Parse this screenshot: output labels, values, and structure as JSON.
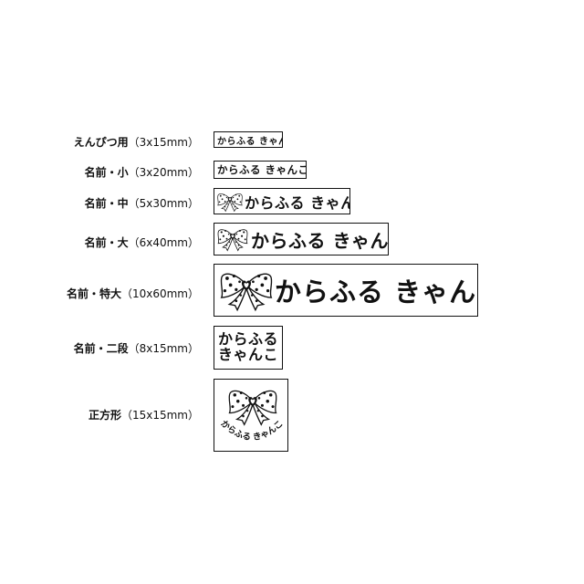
{
  "name_text": "からふる きゃんこ",
  "name_line1": "からふる",
  "name_line2": "きゃんこ",
  "rows": [
    {
      "label": "えんぴつ用",
      "size": "（3x15mm）"
    },
    {
      "label": "名前・小",
      "size": "（3x20mm）"
    },
    {
      "label": "名前・中",
      "size": "（5x30mm）"
    },
    {
      "label": "名前・大",
      "size": "（6x40mm）"
    },
    {
      "label": "名前・特大",
      "size": "（10x60mm）"
    },
    {
      "label": "名前・二段",
      "size": "（8x15mm）"
    },
    {
      "label": "正方形",
      "size": "（15x15mm）"
    }
  ],
  "icons": {
    "bow": "ribbon-bow-with-heart-icon"
  }
}
